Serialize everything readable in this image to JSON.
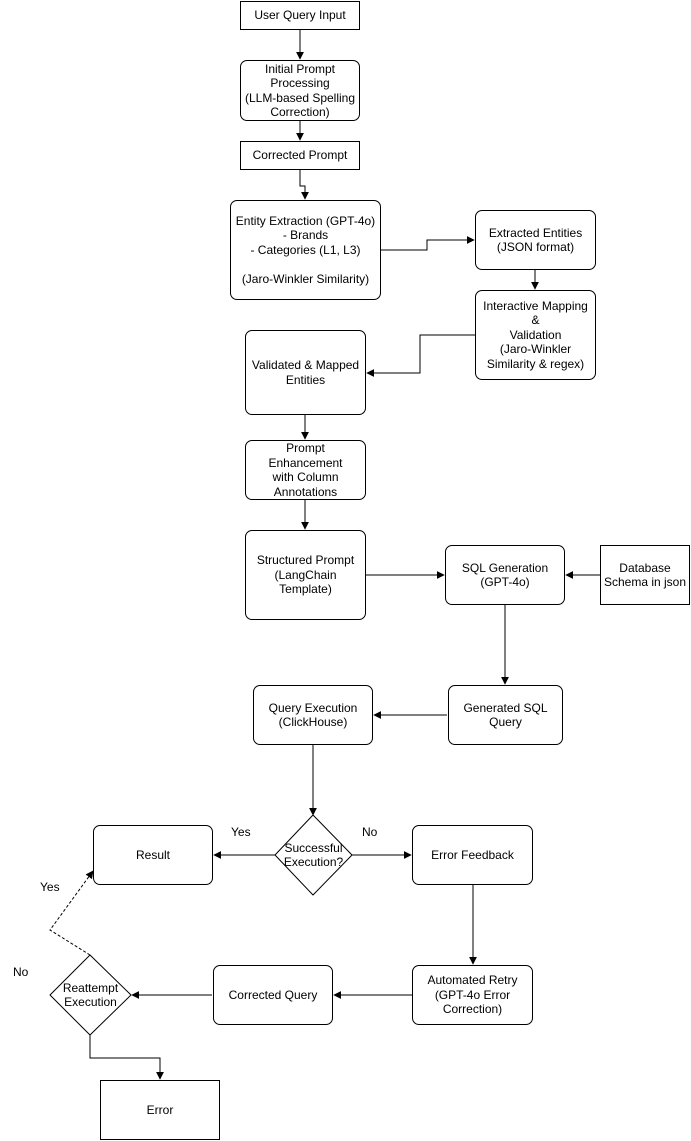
{
  "nodes": {
    "user_query": "User Query Input",
    "initial_prompt": "Initial Prompt\nProcessing\n(LLM-based Spelling\nCorrection)",
    "corrected_prompt": "Corrected Prompt",
    "entity_extraction": "Entity Extraction (GPT-4o)\n- Brands\n- Categories (L1, L3)\n\n(Jaro-Winkler Similarity)",
    "extracted_entities": "Extracted Entities\n(JSON format)",
    "interactive_mapping": "Interactive Mapping &\nValidation\n(Jaro-Winkler\nSimilarity & regex)",
    "validated_entities": "Validated & Mapped\nEntities",
    "prompt_enhancement": "Prompt Enhancement\nwith Column\nAnnotations",
    "structured_prompt": "Structured Prompt\n(LangChain Template)",
    "sql_generation": "SQL Generation\n(GPT-4o)",
    "database_schema": "Database\nSchema in json",
    "generated_sql": "Generated SQL\nQuery",
    "query_execution": "Query Execution\n(ClickHouse)",
    "successful_execution": "Successful\nExecution?",
    "result": "Result",
    "error_feedback": "Error Feedback",
    "automated_retry": "Automated Retry\n(GPT-4o Error\nCorrection)",
    "corrected_query": "Corrected Query",
    "reattempt_execution": "Reattempt\nExecution",
    "error": "Error"
  },
  "edge_labels": {
    "success_yes": "Yes",
    "success_no": "No",
    "reattempt_yes": "Yes",
    "reattempt_no": "No"
  }
}
